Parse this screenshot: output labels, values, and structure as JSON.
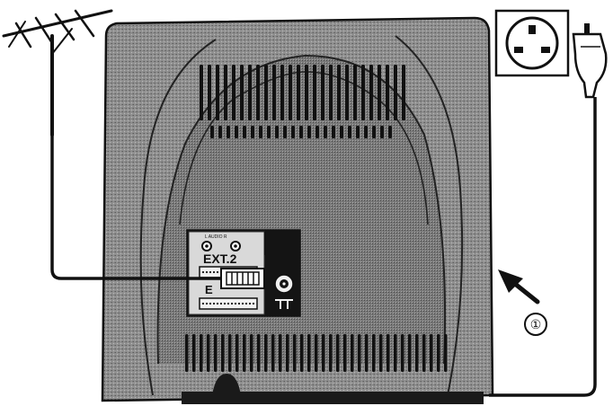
{
  "panel": {
    "audio_label": "L  AUDIO  R",
    "ext_label": "EXT.2",
    "scart_marker": "E"
  },
  "power_marker": {
    "symbol": "①"
  },
  "colors": {
    "cabinet": "#8f8f8f",
    "cabinet_dark": "#6e6e6e",
    "panel": "#141414",
    "ink": "#111111",
    "paper": "#ffffff"
  },
  "icons": {
    "antenna": "antenna-icon",
    "wall_socket": "uk-wall-socket-icon",
    "plug": "power-plug-icon",
    "arrow": "pointing-arrow-icon"
  }
}
